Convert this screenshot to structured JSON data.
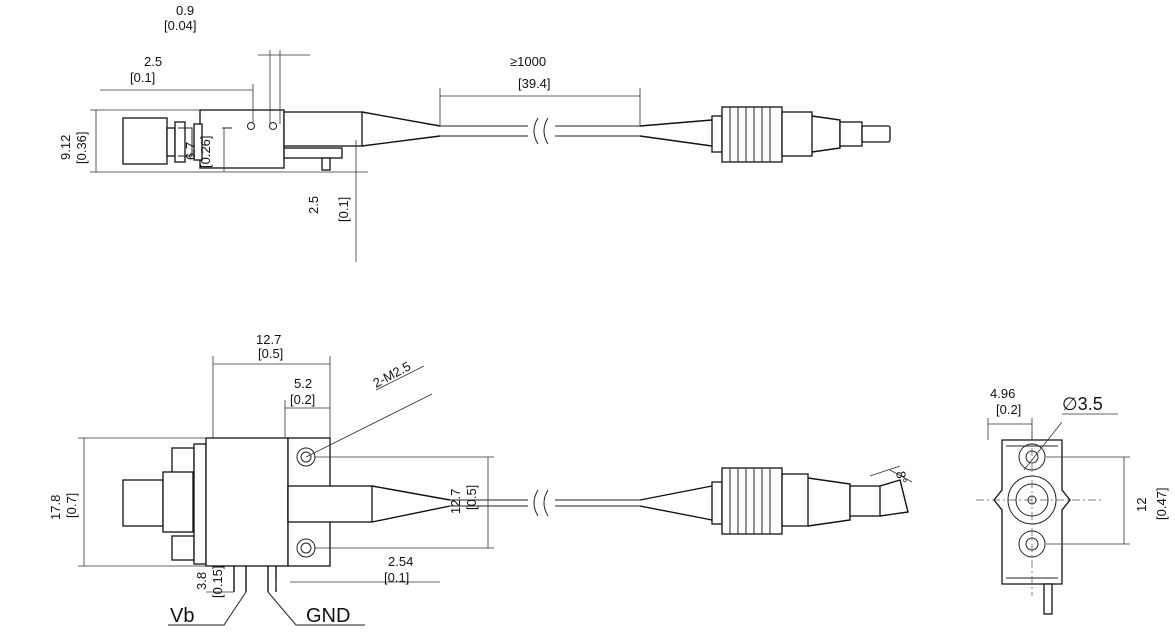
{
  "top_view": {
    "dim_0_9": "0.9",
    "dim_0_9_in": "[0.04]",
    "dim_2_5": "2.5",
    "dim_2_5_in": "[0.1]",
    "dim_1000": "≥1000",
    "dim_1000_in": "[39.4]",
    "dim_9_12": "9.12",
    "dim_9_12_in": "[0.36]",
    "dim_6_7": "6.7",
    "dim_6_7_in": "[0.26]",
    "dim_2_5_v": "2.5",
    "dim_2_5_v_in": "[0.1]"
  },
  "front_view": {
    "dim_12_7": "12.7",
    "dim_12_7_in": "[0.5]",
    "dim_5_2": "5.2",
    "dim_5_2_in": "[0.2]",
    "thread": "2-M2.5",
    "dim_17_8": "17.8",
    "dim_17_8_in": "[0.7]",
    "dim_12_7_v": "12.7",
    "dim_12_7_v_in": "[0.5]",
    "dim_2_54": "2.54",
    "dim_2_54_in": "[0.1]",
    "dim_3_8": "3.8",
    "dim_3_8_in": "[0.15]",
    "angle": "8°",
    "pin_vb": "Vb",
    "pin_gnd": "GND"
  },
  "end_view": {
    "dim_4_96": "4.96",
    "dim_4_96_in": "[0.2]",
    "diameter": "∅3.5",
    "dim_12": "12",
    "dim_12_in": "[0.47]"
  }
}
